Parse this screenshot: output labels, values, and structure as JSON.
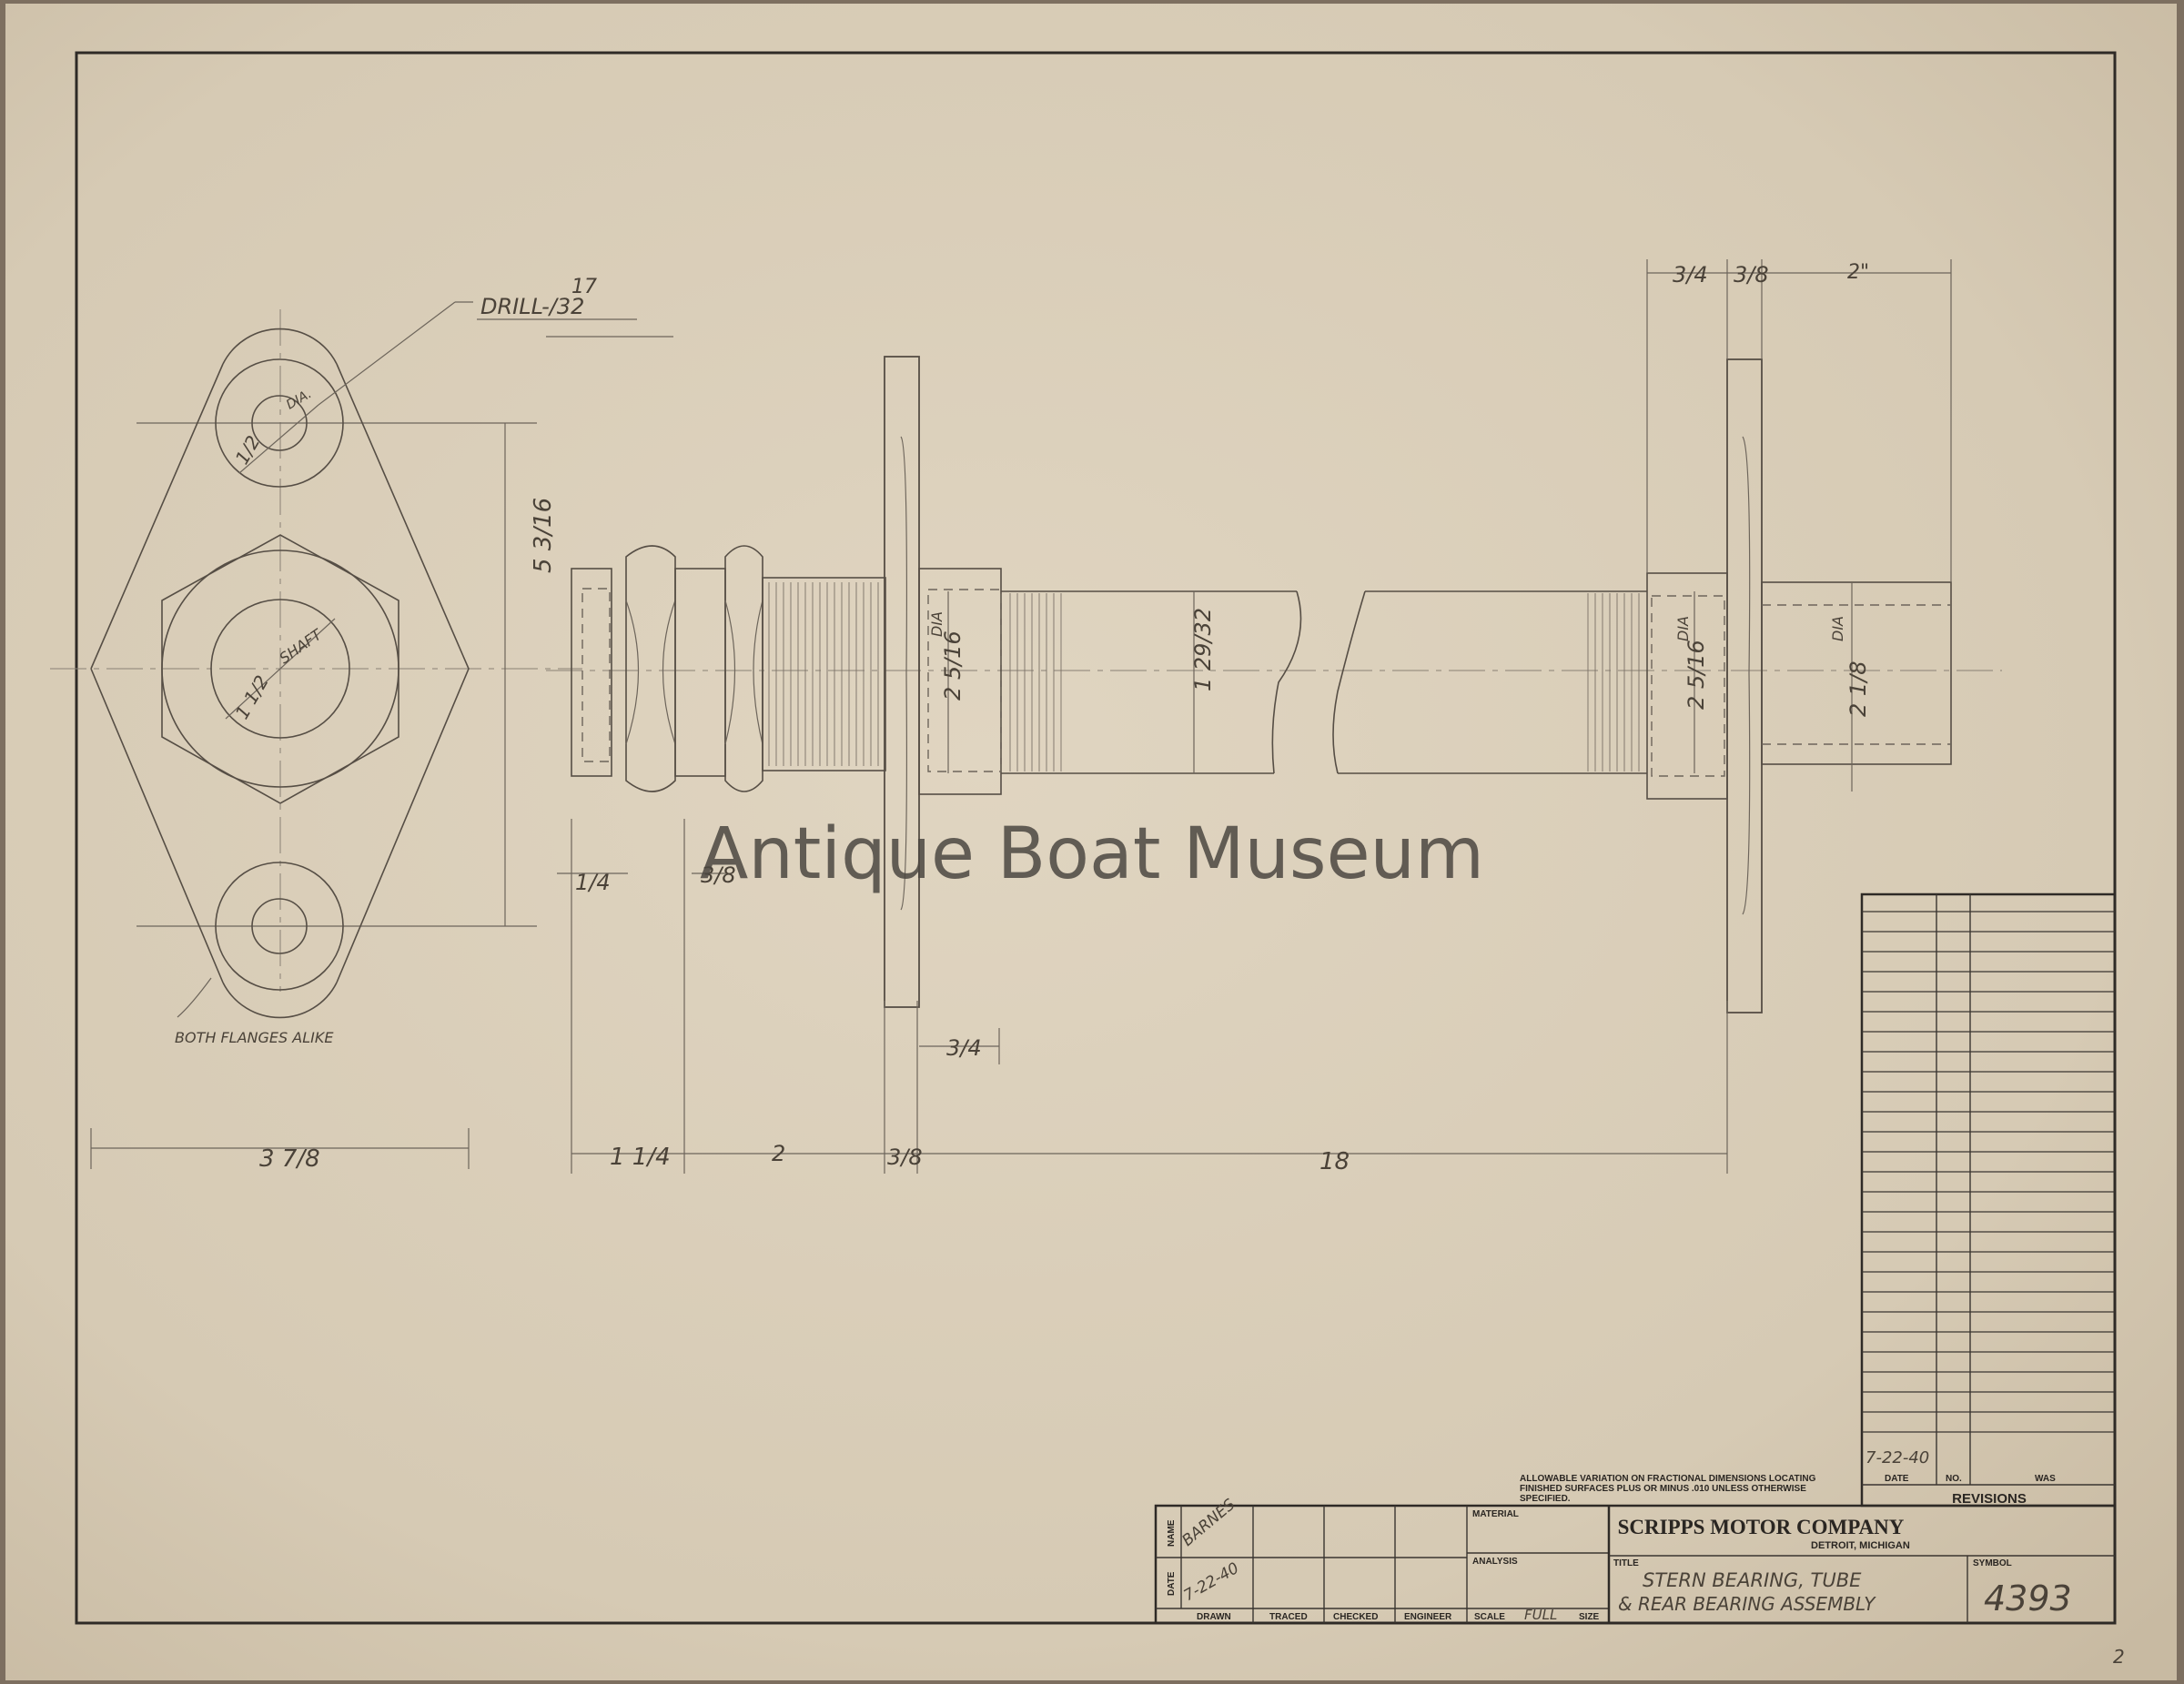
{
  "watermark": "Antique Boat Museum",
  "dimensions": {
    "drill_num": "17",
    "drill_label": "DRILL-/32",
    "bolt_dia": "DIA.",
    "bolt_half": "1/2",
    "shaft_label": "SHAFT",
    "shaft_size": "1 1/2",
    "flange_height": "5 3/16",
    "flange_note": "BOTH FLANGES ALIKE",
    "flange_width": "3 7/8",
    "nut1": "1/4",
    "nut2": "3/8",
    "len_a": "1 1/4",
    "len_b": "2",
    "len_c": "3/8",
    "len_d": "18",
    "flange_boss": "3/4",
    "tube_dia1": "2 5/16",
    "tube_dia1_lbl": "DIA",
    "tube_dia2": "1 29/32",
    "tube_dia3": "2 5/16",
    "tube_dia3_lbl": "DIA",
    "tube_dia4": "2 1/8",
    "tube_dia4_lbl": "DIA",
    "top_a": "3/4",
    "top_b": "3/8",
    "top_c": "2\""
  },
  "note": "ALLOWABLE VARIATION ON FRACTIONAL DIMENSIONS LOCATING FINISHED SURFACES PLUS OR MINUS .010 UNLESS OTHERWISE SPECIFIED.",
  "revisions": {
    "title": "REVISIONS",
    "col_date": "DATE",
    "col_no": "NO.",
    "col_was": "WAS",
    "entry_date": "7-22-40"
  },
  "title_block": {
    "name_label": "NAME",
    "date_label": "DATE",
    "name_value": "BARNES",
    "date_value": "7-22-40",
    "drawn": "DRAWN",
    "traced": "TRACED",
    "checked": "CHECKED",
    "engineer": "ENGINEER",
    "material_label": "MATERIAL",
    "analysis_label": "ANALYSIS",
    "scale_label": "SCALE",
    "scale_value": "FULL",
    "size_label": "SIZE",
    "company": "SCRIPPS MOTOR COMPANY",
    "location": "DETROIT, MICHIGAN",
    "title_label": "TITLE",
    "title_line1": "STERN BEARING, TUBE",
    "title_line2": "& REAR BEARING ASSEMBLY",
    "symbol_label": "SYMBOL",
    "symbol_value": "4393"
  },
  "corner_mark": "2"
}
